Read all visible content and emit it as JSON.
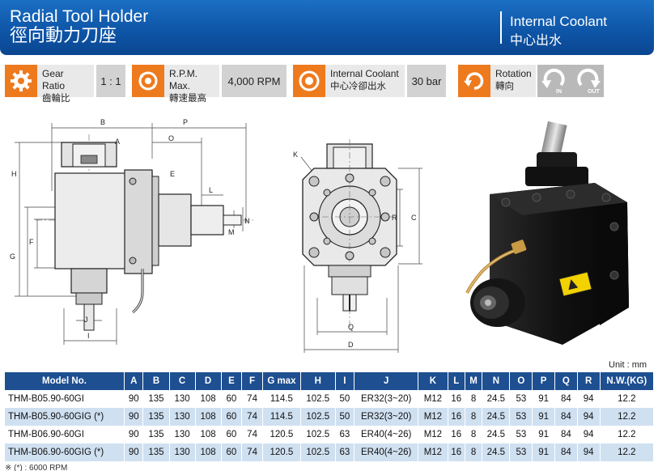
{
  "header": {
    "title": "Radial Tool Holder",
    "subtitle": "徑向動力刀座",
    "right_en": "Internal Coolant",
    "right_zh": "中心出水"
  },
  "specs": [
    {
      "icon": "gear-icon",
      "label_en": "Gear Ratio",
      "label_zh": "齒輪比",
      "value": "1 : 1"
    },
    {
      "icon": "rpm-icon",
      "label_en": "R.P.M. Max.",
      "label_zh": "轉速最高",
      "value": "4,000 RPM"
    },
    {
      "icon": "coolant-icon",
      "label_en": "Internal Coolant",
      "label_zh": "中心冷卻出水",
      "value": "30 bar"
    },
    {
      "icon": "rotation-icon",
      "label_en": "Rotation",
      "label_zh": "轉向",
      "value": ""
    }
  ],
  "rotation": {
    "in_label": "IN",
    "out_label": "OUT"
  },
  "drawing_labels": {
    "A": "A",
    "B": "B",
    "C": "C",
    "D": "D",
    "E": "E",
    "F": "F",
    "G": "G",
    "H": "H",
    "I": "I",
    "J": "J",
    "K": "K",
    "L": "L",
    "M": "M",
    "N": "N",
    "O": "O",
    "P": "P",
    "Q": "Q",
    "R": "R"
  },
  "unit": "Unit : mm",
  "table": {
    "headers": [
      "Model No.",
      "A",
      "B",
      "C",
      "D",
      "E",
      "F",
      "G max",
      "H",
      "I",
      "J",
      "K",
      "L",
      "M",
      "N",
      "O",
      "P",
      "Q",
      "R",
      "N.W.(KG)"
    ],
    "rows": [
      [
        "THM-B05.90-60GI",
        "90",
        "135",
        "130",
        "108",
        "60",
        "74",
        "114.5",
        "102.5",
        "50",
        "ER32(3~20)",
        "M12",
        "16",
        "8",
        "24.5",
        "53",
        "91",
        "84",
        "94",
        "12.2"
      ],
      [
        "THM-B05.90-60GIG (*)",
        "90",
        "135",
        "130",
        "108",
        "60",
        "74",
        "114.5",
        "102.5",
        "50",
        "ER32(3~20)",
        "M12",
        "16",
        "8",
        "24.5",
        "53",
        "91",
        "84",
        "94",
        "12.2"
      ],
      [
        "THM-B06.90-60GI",
        "90",
        "135",
        "130",
        "108",
        "60",
        "74",
        "120.5",
        "102.5",
        "63",
        "ER40(4~26)",
        "M12",
        "16",
        "8",
        "24.5",
        "53",
        "91",
        "84",
        "94",
        "12.2"
      ],
      [
        "THM-B06.90-60GIG (*)",
        "90",
        "135",
        "130",
        "108",
        "60",
        "74",
        "120.5",
        "102.5",
        "63",
        "ER40(4~26)",
        "M12",
        "16",
        "8",
        "24.5",
        "53",
        "91",
        "84",
        "94",
        "12.2"
      ]
    ]
  },
  "footnote": "※ (*) : 6000 RPM"
}
